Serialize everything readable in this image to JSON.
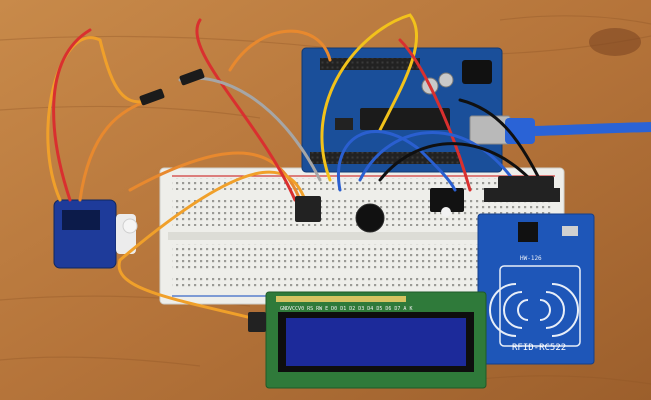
{
  "scene": {
    "rfid_module": {
      "label": "RFID-RC522",
      "small_label": "HW-126"
    },
    "lcd": {
      "pin_label": "GNDVCCV0 RS RW E D0 D1 D2 D3 D4 D5 D6 D7 A K"
    },
    "colors": {
      "table": "#b8773c",
      "board_blue": "#1a4f9a",
      "breadboard": "#eeeeea",
      "rfid_blue": "#1e56b8",
      "lcd_green": "#2f7a3a",
      "lcd_screen": "#1c2a9a",
      "usb_cable": "#2a63d6"
    }
  }
}
